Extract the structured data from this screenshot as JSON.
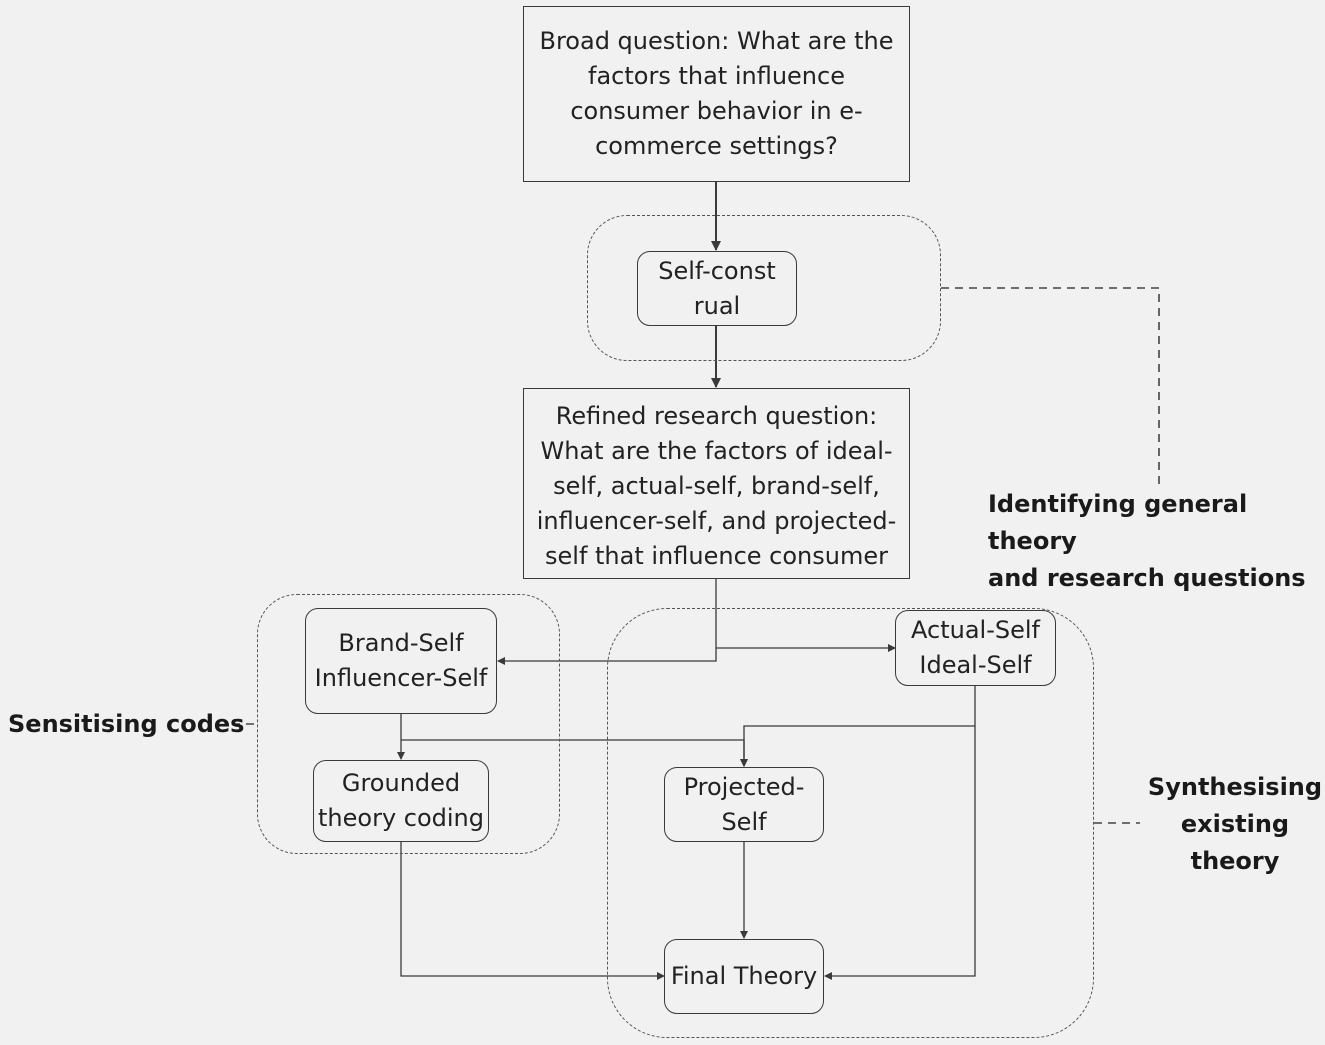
{
  "nodes": {
    "broad_question": "Broad question: What are the factors that influence consumer behavior in e-commerce settings?",
    "self_construal": "Self-construal",
    "refined_question": "Refined research question: What are the factors of ideal-self, actual-self, brand-self, influencer-self, and projected-self that influence consumer",
    "brand_influencer": {
      "line1": "Brand-Self",
      "line2": "Influencer-Self"
    },
    "actual_ideal": {
      "line1": "Actual-Self",
      "line2": "Ideal-Self"
    },
    "grounded": {
      "line1": "Grounded",
      "line2": "theory coding"
    },
    "projected": {
      "line1": "Projected-",
      "line2": "Self"
    },
    "final": "Final Theory"
  },
  "labels": {
    "identifying": {
      "line1": "Identifying general theory",
      "line2": "and research questions"
    },
    "sensitising": "Sensitising codes",
    "synthesising": {
      "line1": "Synthesising",
      "line2": "existing",
      "line3": "theory"
    }
  }
}
